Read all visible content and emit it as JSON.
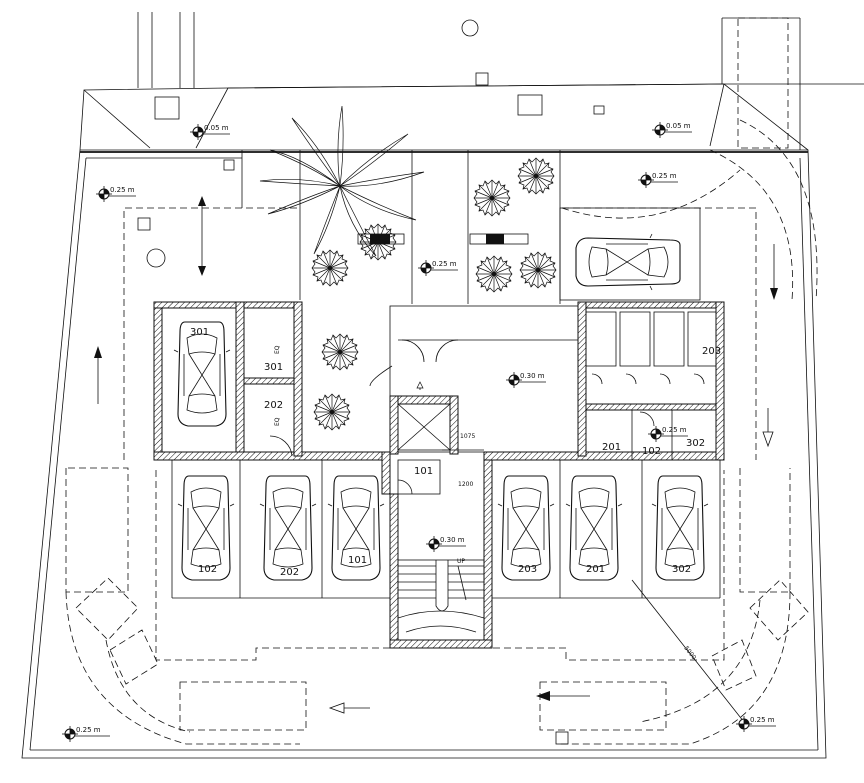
{
  "parking_labels": [
    "102",
    "202",
    "101",
    "203",
    "201",
    "302",
    "301"
  ],
  "room_labels": {
    "r301": "301",
    "r202": "202",
    "r101": "101",
    "r203": "203",
    "r201": "201",
    "r102": "102",
    "r302": "302"
  },
  "equipment_label": "EQ",
  "stair_label": "UP",
  "levels": {
    "l1": "0.05 m",
    "l2": "0.05 m",
    "l3": "0.25 m",
    "l4": "0.25 m",
    "l5": "0.25 m",
    "l6": "0.30 m",
    "l7": "0.25 m",
    "l8": "0.30 m",
    "l9": "0.25 m",
    "l10": "0.25 m"
  },
  "dimensions": {
    "d1": "1075",
    "d2": "1200",
    "d3": "5000"
  }
}
